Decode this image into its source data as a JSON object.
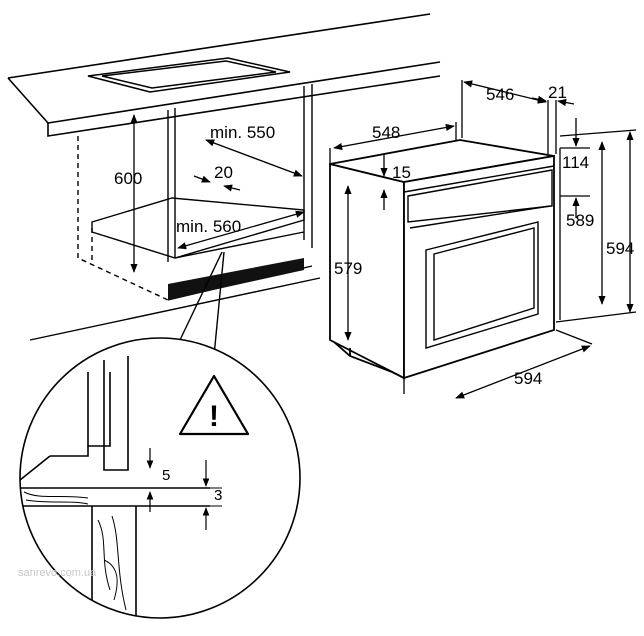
{
  "dimensions": {
    "cabinet_height": "600",
    "cabinet_depth": "min. 550",
    "cabinet_gap": "20",
    "cabinet_width": "min. 560",
    "oven_depth": "548",
    "oven_depth_full": "546",
    "front_thickness": "21",
    "top_gap": "15",
    "oven_body_height": "579",
    "panel_height": "114",
    "oven_height_inner": "589",
    "oven_height_full": "594",
    "oven_width": "594",
    "detail_gap_a": "5",
    "detail_gap_b": "3"
  },
  "warning": {
    "symbol": "!"
  },
  "watermark": "sanrevo.com.ua",
  "colors": {
    "line": "#000000",
    "fill": "#ffffff",
    "plinth": "#111111",
    "watermark": "#c8c8c8"
  }
}
